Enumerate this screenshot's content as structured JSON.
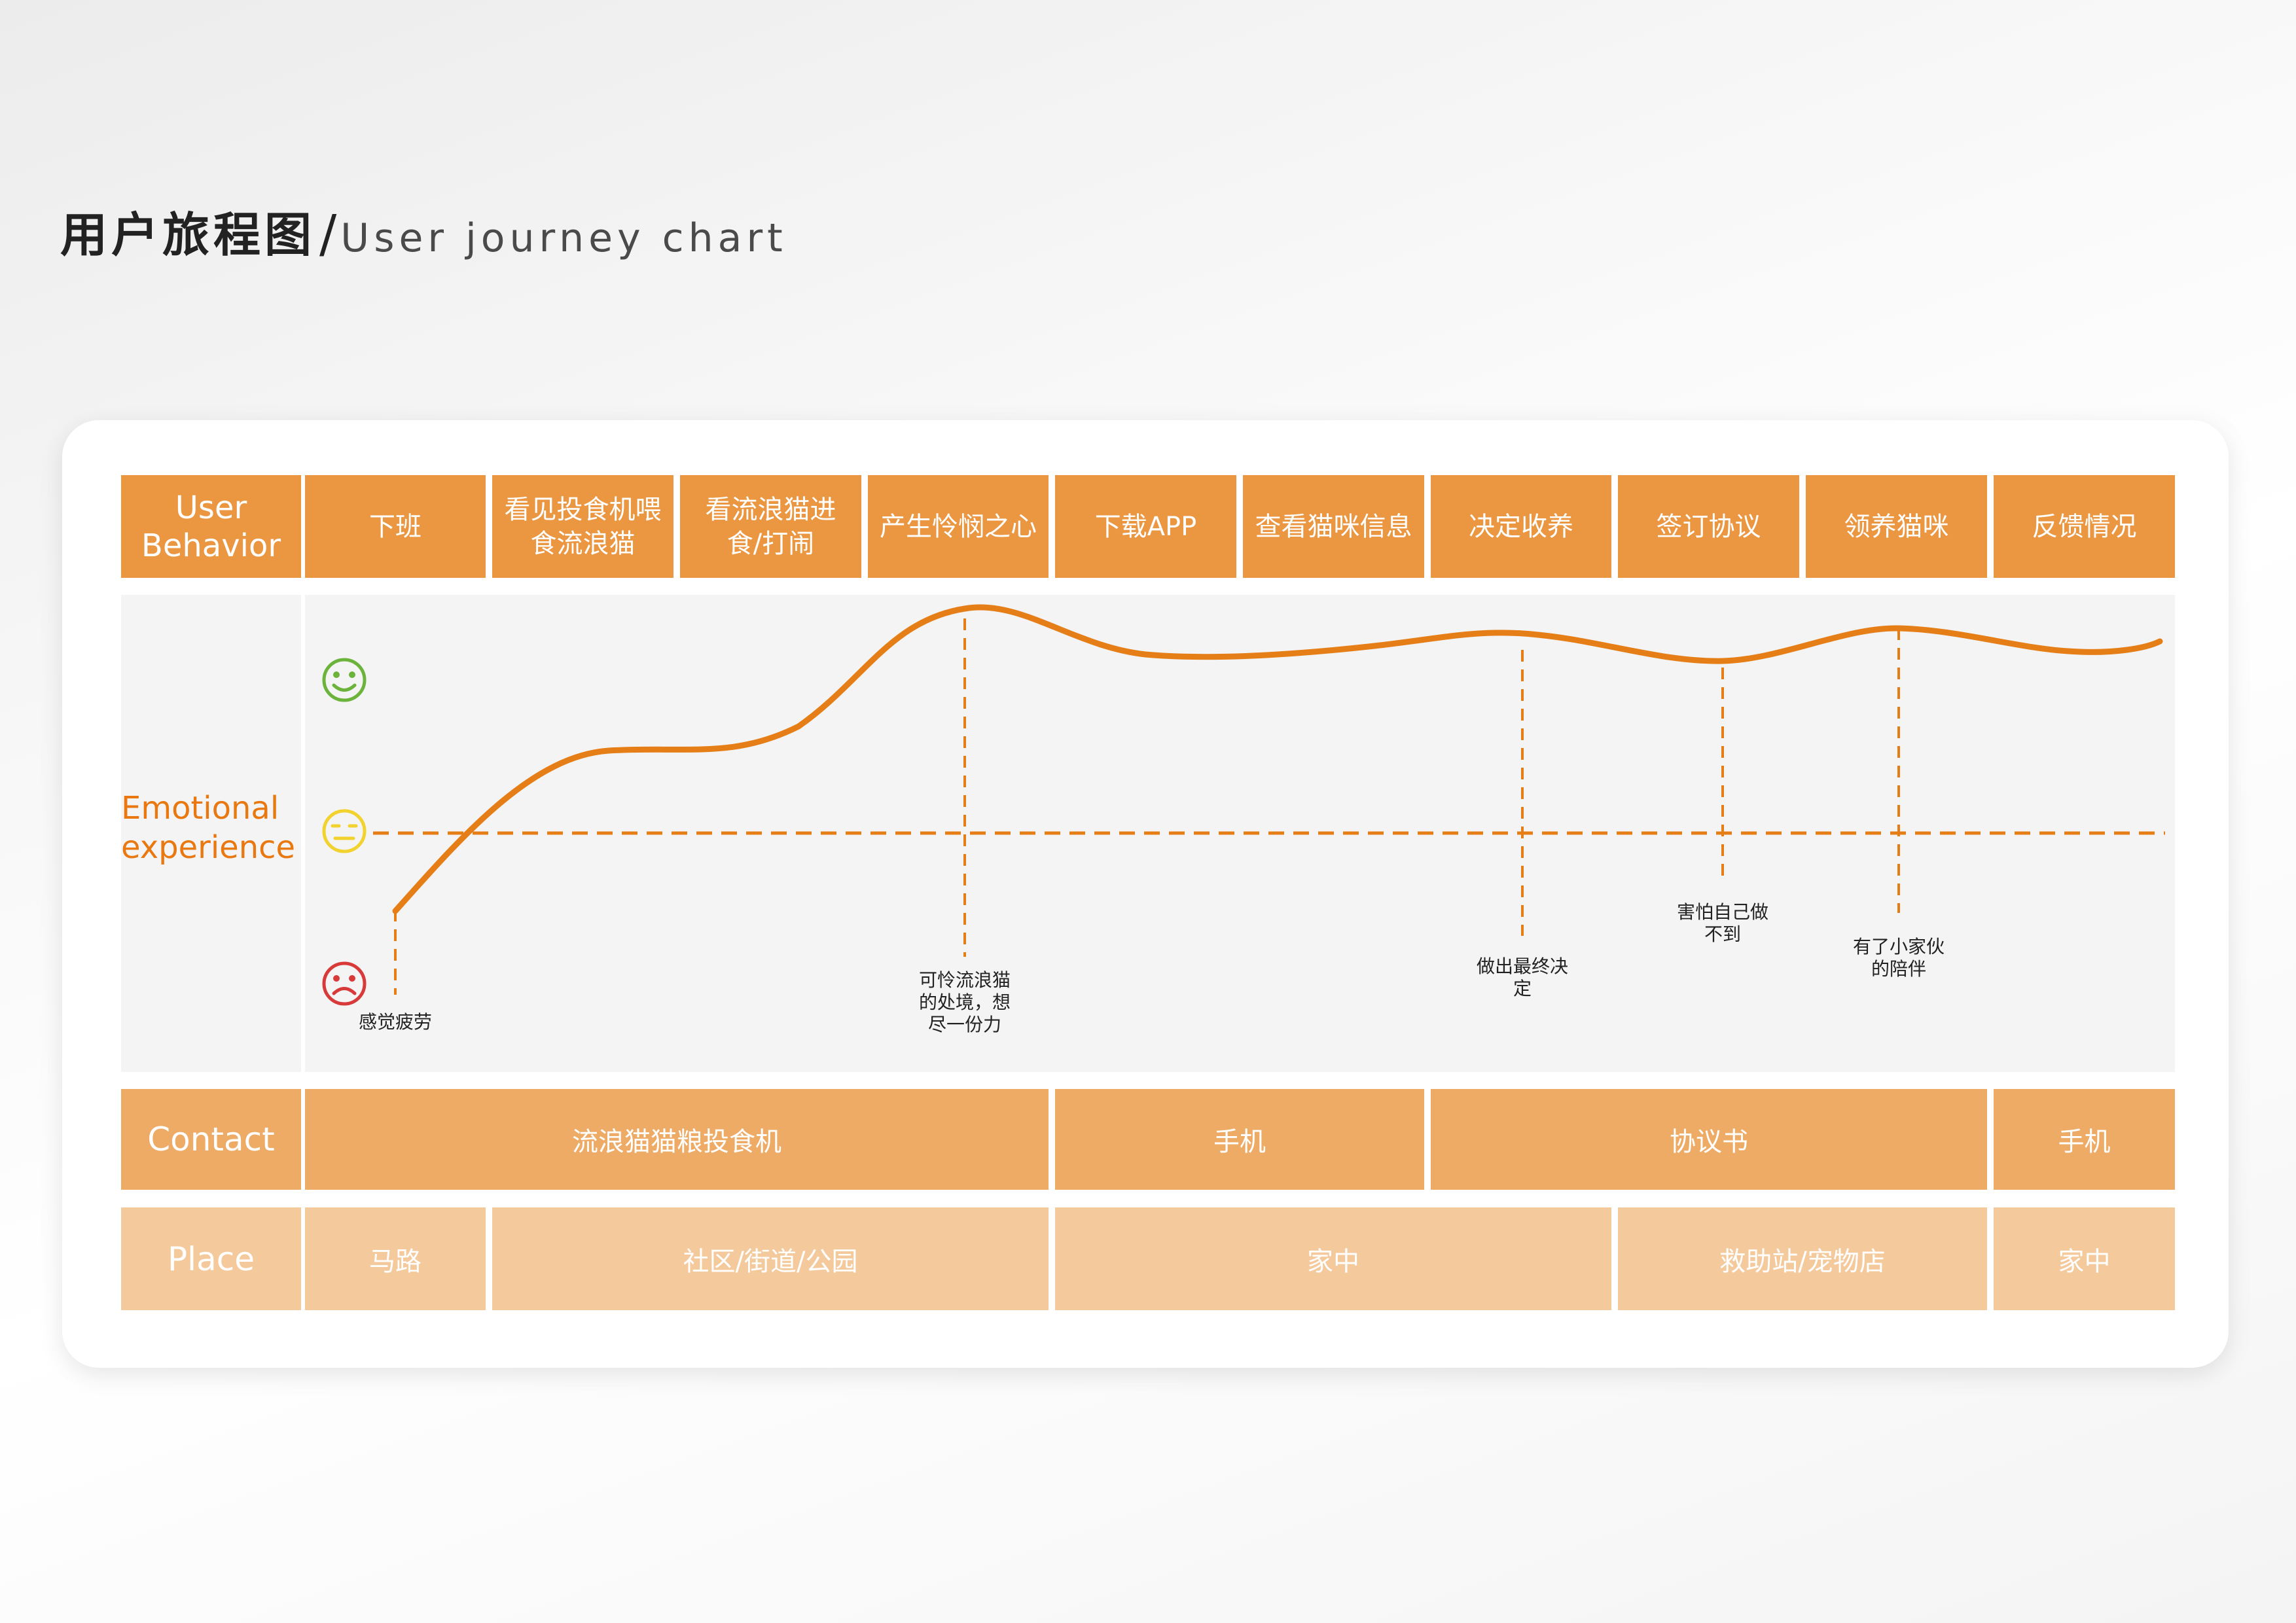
{
  "header": {
    "title_zh": "用户旅程图",
    "separator": "/",
    "title_en": "User journey chart"
  },
  "rows": {
    "behavior": {
      "label": "User Behavior",
      "stages": [
        "下班",
        "看见投食机喂食流浪猫",
        "看流浪猫进食/打闹",
        "产生怜悯之心",
        "下载APP",
        "查看猫咪信息",
        "决定收养",
        "签订协议",
        "领养猫咪",
        "反馈情况"
      ]
    },
    "emotion": {
      "label": "Emotional experience",
      "moods": [
        "happy",
        "neutral",
        "sad"
      ],
      "annotations": [
        {
          "text": "感觉疲劳",
          "stage": 0
        },
        {
          "text": "可怜流浪猫的处境，想尽一份力",
          "stage": 3
        },
        {
          "text": "做出最终决定",
          "stage": 6
        },
        {
          "text": "害怕自己做不到",
          "stage": 7
        },
        {
          "text": "有了小家伙的陪伴",
          "stage": 8
        }
      ]
    },
    "contact": {
      "label": "Contact",
      "segments": [
        {
          "text": "流浪猫猫粮投食机",
          "span": [
            1,
            4
          ]
        },
        {
          "text": "手机",
          "span": [
            5,
            6
          ]
        },
        {
          "text": "协议书",
          "span": [
            7,
            9
          ]
        },
        {
          "text": "手机",
          "span": [
            10,
            10
          ]
        }
      ]
    },
    "place": {
      "label": "Place",
      "segments": [
        {
          "text": "马路",
          "span": [
            1,
            1
          ]
        },
        {
          "text": "社区/街道/公园",
          "span": [
            2,
            4
          ]
        },
        {
          "text": "家中",
          "span": [
            5,
            7
          ]
        },
        {
          "text": "救助站/宠物店",
          "span": [
            8,
            9
          ]
        },
        {
          "text": "家中",
          "span": [
            10,
            10
          ]
        }
      ]
    }
  },
  "colors": {
    "curve": "#e67e17",
    "behavior_cell": "#eb9640",
    "contact_cell": "#eeab66",
    "place_cell": "#f4c99c",
    "emotion_bg": "#f4f4f4",
    "happy": "#6bb33b",
    "neutral": "#f2d22e",
    "sad": "#d83a3a"
  }
}
